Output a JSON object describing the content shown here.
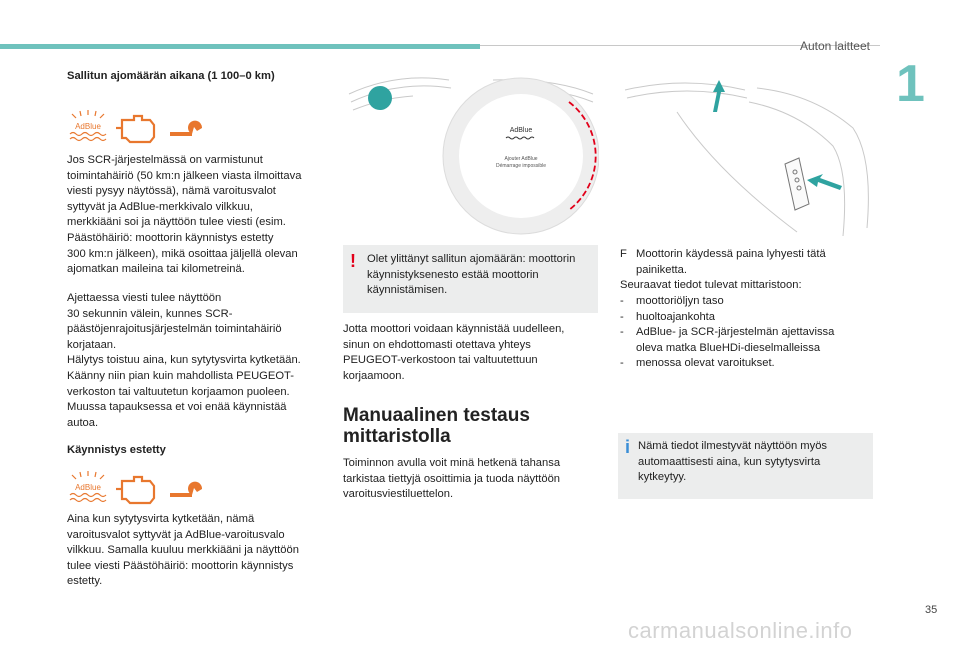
{
  "header": {
    "section_title": "Auton laitteet",
    "chapter_number": "1",
    "page_number": "35"
  },
  "left": {
    "heading1": "Sallitun ajomäärän aikana (1 100–0 km)",
    "icons1": {
      "adblue_label": "AdBlue",
      "icons": [
        "adblue-icon",
        "engine-warning-icon",
        "wrench-icon"
      ]
    },
    "para1": [
      "Jos SCR-järjestelmässä on varmistunut",
      "toimintahäiriö (50 km:n jälkeen viasta ilmoittava",
      "viesti pysyy näytössä), nämä varoitusvalot",
      "syttyvät ja AdBlue-merkkivalo vilkkuu,",
      "merkkiääni soi ja näyttöön tulee viesti (esim.",
      "Päästöhäiriö: moottorin käynnistys estetty",
      "300 km:n jälkeen), mikä osoittaa jäljellä olevan",
      "ajomatkan maileina tai kilometreinä."
    ],
    "para2": [
      "Ajettaessa viesti tulee näyttöön",
      "30 sekunnin välein, kunnes SCR-",
      "päästöjenrajoitusjärjestelmän toimintahäiriö",
      "korjataan.",
      "Hälytys toistuu aina, kun sytytysvirta kytketään.",
      "Käänny niin pian kuin mahdollista PEUGEOT-",
      "verkoston tai valtuutetun korjaamon puoleen.",
      "Muussa tapauksessa et voi enää käynnistää",
      "autoa."
    ],
    "heading2": "Käynnistys estetty",
    "icons2": {
      "adblue_label": "AdBlue",
      "icons": [
        "adblue-icon",
        "engine-warning-icon",
        "wrench-icon"
      ]
    },
    "para3": [
      "Aina kun sytytysvirta kytketään, nämä",
      "varoitusvalot syttyvät ja AdBlue-varoitusvalo",
      "vilkkuu. Samalla kuuluu merkkiääni ja näyttöön",
      "tulee viesti Päästöhäiriö: moottorin käynnistys",
      "estetty."
    ]
  },
  "middle": {
    "figure": {
      "adblue_label": "AdBlue",
      "screen_line1": "Ajouter AdBlue",
      "screen_line2": "Démarrage impossible"
    },
    "warning": {
      "mark": "!",
      "mark_color": "#e2001a",
      "lines": [
        "Olet ylittänyt sallitun ajomäärän: moottorin",
        "käynnistyksenesto estää moottorin",
        "käynnistämisen."
      ]
    },
    "para": [
      "Jotta moottori voidaan käynnistää uudelleen,",
      "sinun on ehdottomasti otettava yhteys",
      "PEUGEOT-verkostoon tai valtuutettuun",
      "korjaamoon."
    ],
    "heading": [
      "Manuaalinen testaus",
      "mittaristolla"
    ],
    "para2": [
      "Toiminnon avulla voit minä hetkenä tahansa",
      "tarkistaa tiettyjä osoittimia ja tuoda näyttöön",
      "varoitusviestiluettelon."
    ]
  },
  "right": {
    "step": {
      "marker": "F",
      "lines": [
        "Moottorin käydessä paina lyhyesti tätä",
        "painiketta."
      ]
    },
    "intro": "Seuraavat tiedot tulevat mittaristoon:",
    "list": [
      {
        "marker": "-",
        "lines": [
          "moottoriöljyn taso"
        ]
      },
      {
        "marker": "-",
        "lines": [
          "huoltoajankohta"
        ]
      },
      {
        "marker": "-",
        "lines": [
          "AdBlue- ja SCR-järjestelmän ajettavissa",
          "oleva matka BlueHDi-dieselmalleissa"
        ]
      },
      {
        "marker": "-",
        "lines": [
          "menossa olevat varoitukset."
        ]
      }
    ],
    "info": {
      "mark": "i",
      "mark_color": "#3a8ed6",
      "lines": [
        "Nämä tiedot ilmestyvät näyttöön myös",
        "automaattisesti aina, kun sytytysvirta",
        "kytkeytyy."
      ]
    }
  },
  "footer": {
    "watermark": "carmanualsonline.info"
  },
  "colors": {
    "accent": "#6fc2bd",
    "warning_orange": "#e8772e",
    "arrow_teal": "#2fa3a0",
    "box_bg": "#eceded"
  }
}
